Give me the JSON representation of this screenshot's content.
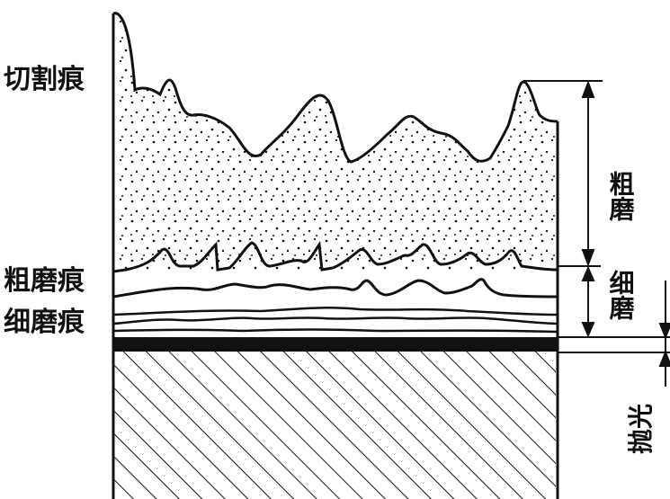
{
  "labels": {
    "cut_marks": "切割痕",
    "coarse_grind_marks": "粗磨痕",
    "fine_grind_marks": "细磨痕"
  },
  "side_labels": {
    "coarse_grind": "粗磨",
    "fine_grind": "细磨",
    "polish": "抛光"
  },
  "colors": {
    "ink": "#111111",
    "paper": "#ffffff"
  }
}
